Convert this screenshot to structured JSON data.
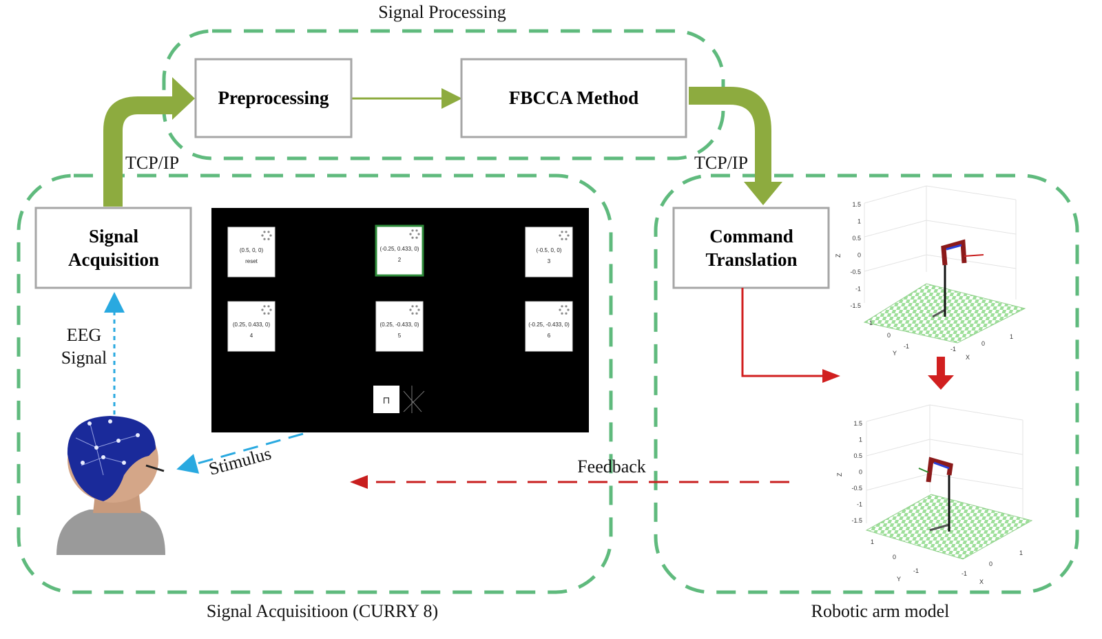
{
  "regions": {
    "signal_processing": "Signal Processing",
    "signal_acquisition": "Signal Acquisitioon (CURRY 8)",
    "robotic_arm": "Robotic arm model"
  },
  "boxes": {
    "preprocessing": "Preprocessing",
    "fbcca": "FBCCA Method",
    "signal_acq_1": "Signal",
    "signal_acq_2": "Acquisition",
    "command_1": "Command",
    "command_2": "Translation"
  },
  "arrows": {
    "tcp_left": "TCP/IP",
    "tcp_right": "TCP/IP",
    "eeg_1": "EEG",
    "eeg_2": "Signal",
    "stimulus": "Stimulus",
    "feedback": "Feedback"
  },
  "stimulus_panel": {
    "targets": [
      {
        "coord": "(0.5, 0, 0)",
        "label": "reset"
      },
      {
        "coord": "(-0.25, 0.433, 0)",
        "label": "2"
      },
      {
        "coord": "(-0.5, 0, 0)",
        "label": "3"
      },
      {
        "coord": "(0.25, 0.433, 0)",
        "label": "4"
      },
      {
        "coord": "(0.25, -0.433, 0)",
        "label": "5"
      },
      {
        "coord": "(-0.25, -0.433, 0)",
        "label": "6"
      }
    ]
  },
  "plots": {
    "z_ticks": [
      "1.5",
      "1",
      "0.5",
      "0",
      "-0.5",
      "-1",
      "-1.5"
    ],
    "axis_z": "Z",
    "axis_x": "X",
    "axis_y": "Y",
    "tick_x": [
      "-1",
      "0",
      "1"
    ],
    "tick_y": [
      "1",
      "0",
      "-1"
    ]
  },
  "colors": {
    "region_dash": "#5fba7d",
    "process_arrow": "#8dab3f",
    "eeg_arrow": "#29a9e0",
    "command_arrow": "#d11f1f",
    "box_border": "#a6a6a6",
    "checker": "#a3e6a0"
  }
}
